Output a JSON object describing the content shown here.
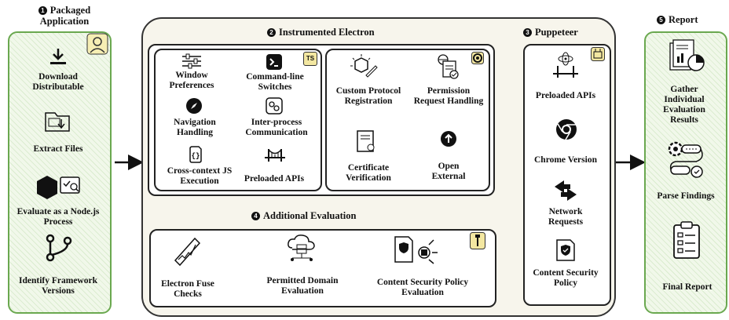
{
  "packaged": {
    "number": "1",
    "title": "Packaged Application",
    "steps": [
      "Download Distributable",
      "Extract Files",
      "Evaluate as a Node.js Process",
      "Identify Framework Versions"
    ]
  },
  "electron": {
    "number": "2",
    "title": "Instrumented Electron",
    "ts_badge": "TS",
    "left_items": [
      "Window Preferences",
      "Command-line Switches",
      "Navigation Handling",
      "Inter-process Communication",
      "Cross-context JS Execution",
      "Preloaded APIs"
    ],
    "right_items": [
      "Custom Protocol Registration",
      "Permission Request Handling",
      "Certificate Verification",
      "Open External"
    ]
  },
  "puppeteer": {
    "number": "3",
    "title": "Puppeteer",
    "items": [
      "Preloaded APIs",
      "Chrome Version",
      "Network Requests",
      "Content Security Policy"
    ]
  },
  "additional": {
    "number": "4",
    "title": "Additional Evaluation",
    "items": [
      "Electron Fuse Checks",
      "Permitted Domain Evaluation",
      "Content Security Policy Evaluation"
    ]
  },
  "report": {
    "number": "5",
    "title": "Report",
    "items": [
      "Gather Individual Evaluation Results",
      "Parse Findings",
      "Final Report"
    ]
  },
  "colors": {
    "green_border": "#6aa84f",
    "green_fill": "#f1f8ea",
    "outer_fill": "#f7f5ec",
    "badge_yellow": "#f3e7a1"
  }
}
